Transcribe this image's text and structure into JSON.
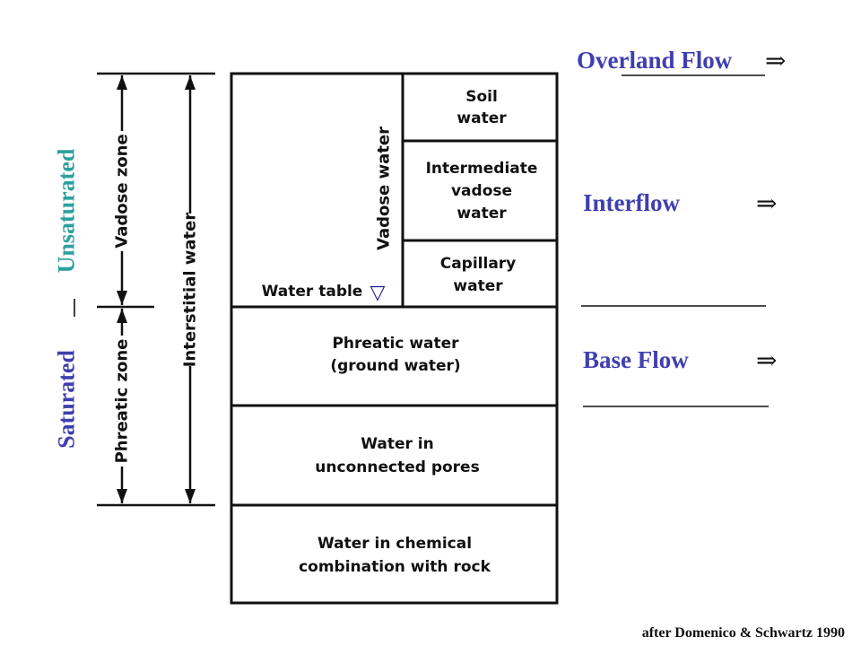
{
  "left_labels": {
    "vadose_zone": "Vadose zone",
    "phreatic_zone": "Phreatic zone",
    "interstitial_water": "Interstitial water"
  },
  "zones": {
    "unsaturated": "Unsaturated",
    "saturated": "Saturated",
    "unsaturated_color": "#2e9fa0",
    "saturated_color": "#3f3fae"
  },
  "boxes": {
    "vadose_water": "Vadose water",
    "water_table": "Water table",
    "water_table_symbol": "▽",
    "soil_water": [
      "Soil",
      "water"
    ],
    "intermediate_vadose_water": [
      "Intermediate",
      "vadose",
      "water"
    ],
    "capillary_water": [
      "Capillary",
      "water"
    ],
    "phreatic_water": [
      "Phreatic water",
      "(ground water)"
    ],
    "unconnected_pores": [
      "Water in",
      "unconnected pores"
    ],
    "chemical_combination": [
      "Water in chemical",
      "combination with rock"
    ]
  },
  "flows": [
    {
      "label": "Overland Flow",
      "arrow": "⇒"
    },
    {
      "label": "Interflow",
      "arrow": "⇒"
    },
    {
      "label": "Base Flow",
      "arrow": "⇒"
    }
  ],
  "flow_color": "#3f3fae",
  "credit": "after Domenico & Schwartz 1990"
}
